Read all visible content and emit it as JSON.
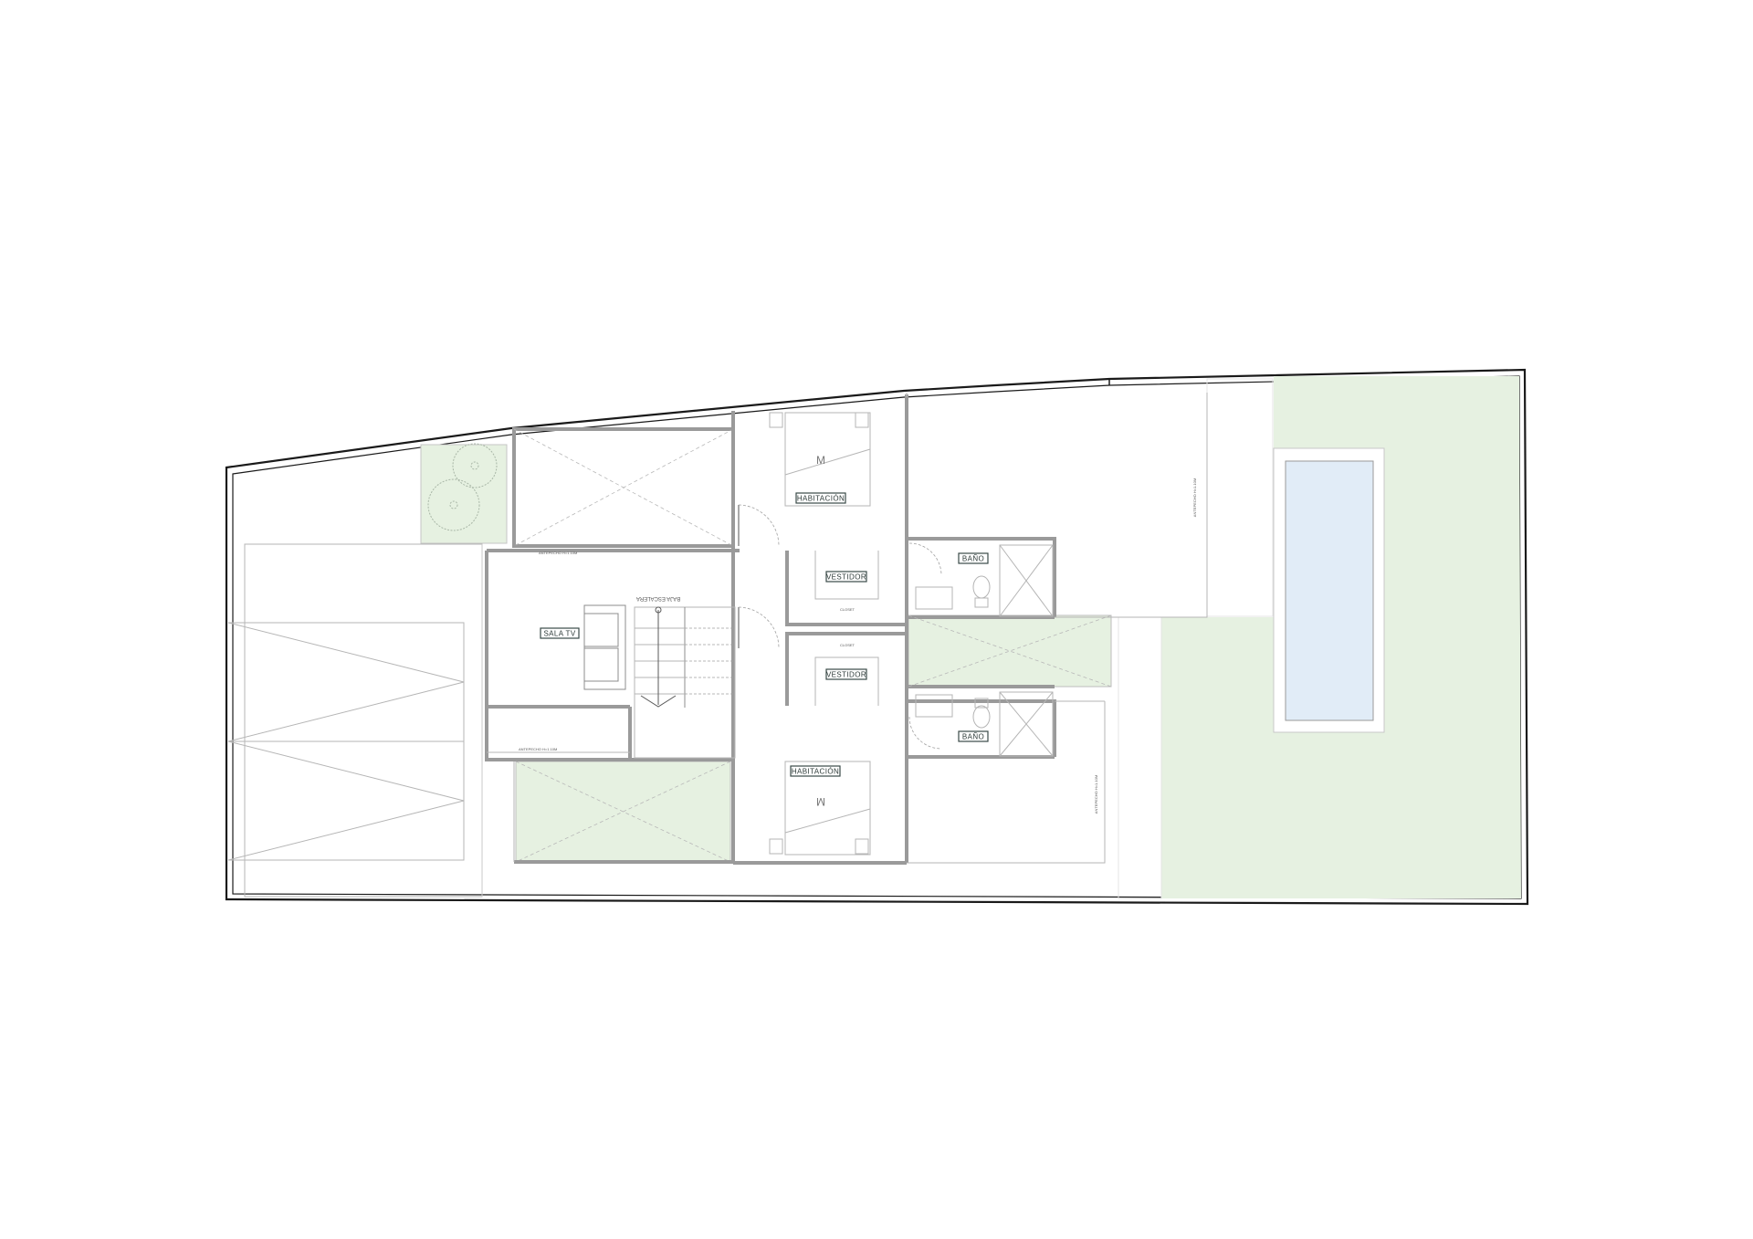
{
  "rooms": {
    "sala_tv": "SALA TV",
    "baja_escalera": "BAJA ESCALERA",
    "habitacion_top": "HABITACIÓN",
    "habitacion_bottom": "HABITACIÓN",
    "vestidor_top": "VESTIDOR",
    "vestidor_bottom": "VESTIDOR",
    "bano_top": "BAÑO",
    "bano_bottom": "BAÑO",
    "closet_top": "CLOSET",
    "closet_bottom": "CLOSET",
    "bed_mark_top": "M",
    "bed_mark_bottom": "M"
  },
  "notes": {
    "antepecho_1": "ANTEPECHO H=1.10M",
    "antepecho_2": "ANTEPECHO H=1.10M",
    "antepecho_3": "ANTEPECHO H=1.10M",
    "antepecho_4": "ANTEPECHO H=1.10M"
  },
  "colors": {
    "garden_green": "#e6f1e1",
    "pool_blue": "#e1ecf7",
    "outline_black": "#1a1a1a",
    "wall_gray": "#9a9a9a"
  }
}
